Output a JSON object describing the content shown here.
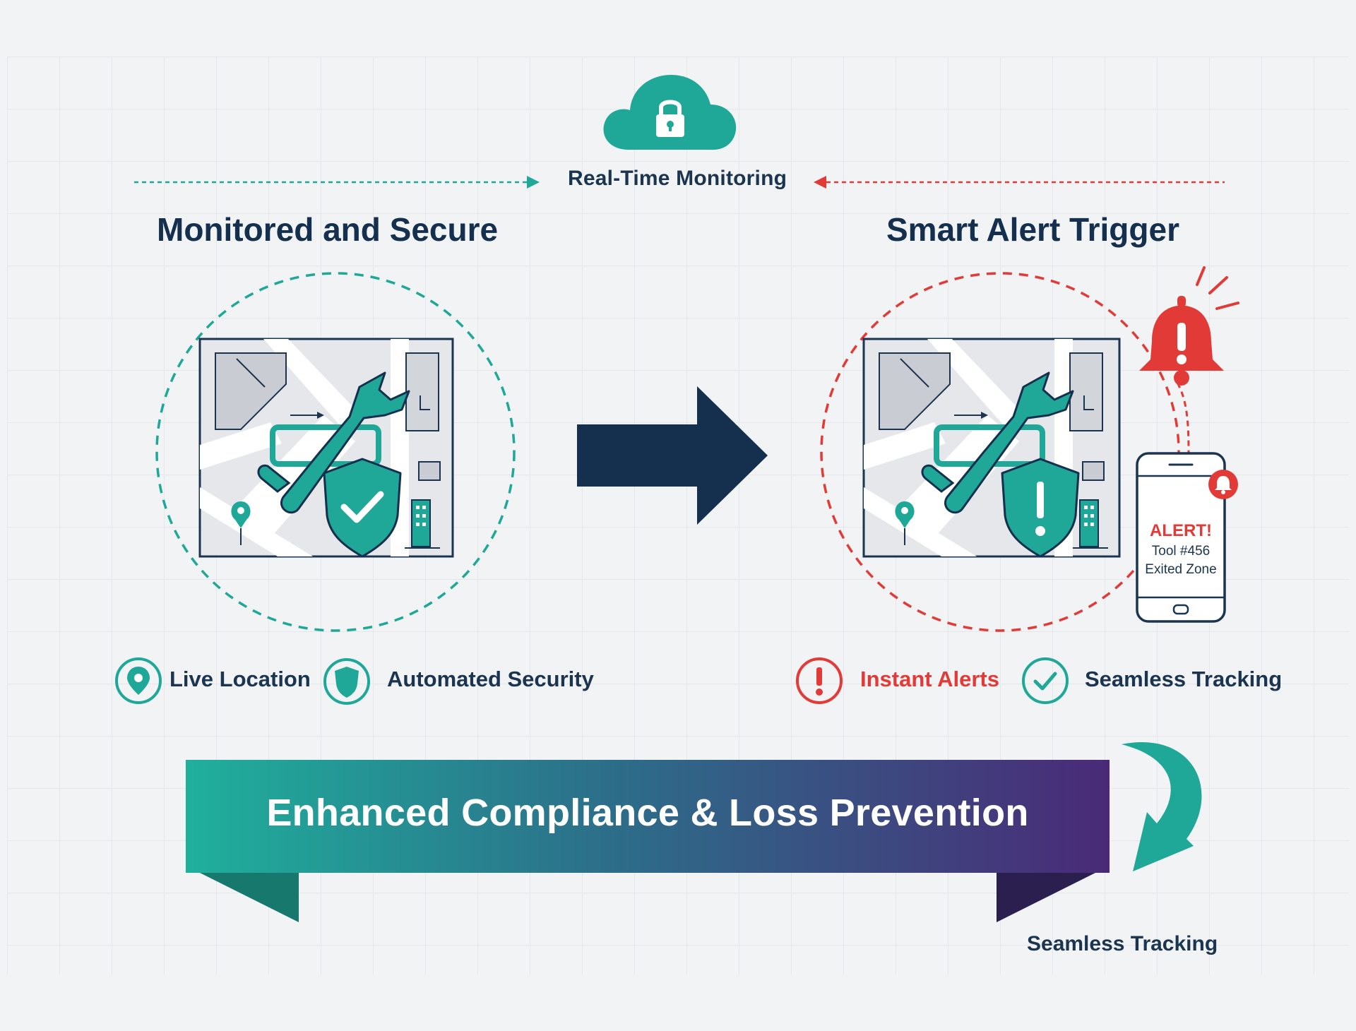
{
  "header": {
    "cloud_icon": "cloud-lock-icon",
    "monitoring_label": "Real-Time Monitoring"
  },
  "left_panel": {
    "title": "Monitored and Secure",
    "map_icon": "map-wrench-shield-check-icon",
    "features": [
      {
        "icon": "location-pin-icon",
        "label": "Live Location"
      },
      {
        "icon": "shield-icon",
        "label": "Automated Security"
      }
    ]
  },
  "right_panel": {
    "title": "Smart Alert Trigger",
    "map_icon": "map-wrench-shield-exclamation-icon",
    "bell_icon": "alarm-bell-icon",
    "phone": {
      "alert": "ALERT!",
      "line1": "Tool #456",
      "line2": "Exited Zone"
    },
    "features": [
      {
        "icon": "exclamation-circle-icon",
        "label": "Instant Alerts"
      },
      {
        "icon": "check-circle-icon",
        "label": "Seamless Tracking"
      }
    ]
  },
  "banner": {
    "text": "Enhanced Compliance & Loss Prevention"
  },
  "footer": {
    "label": "Seamless Tracking"
  },
  "colors": {
    "teal": "#1fa898",
    "navy": "#14304e",
    "red": "#e23a36",
    "purple": "#4a2a78",
    "background": "#f2f3f5"
  }
}
